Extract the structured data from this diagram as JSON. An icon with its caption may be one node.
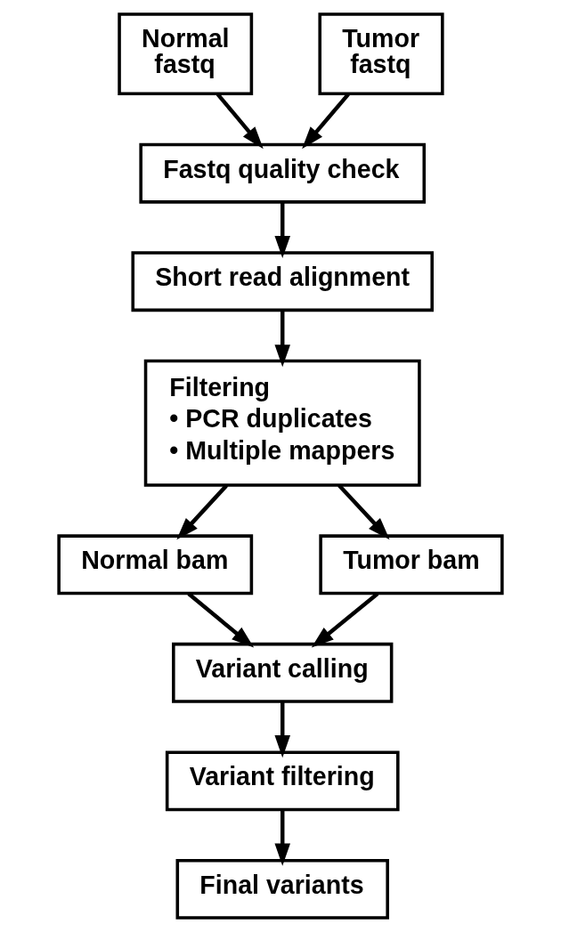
{
  "diagram": {
    "nodes": [
      {
        "text": [
          "Normal fastq"
        ]
      },
      {
        "text": [
          "Tumor fastq"
        ]
      },
      {
        "text": [
          "Fastq quality check"
        ]
      },
      {
        "text": [
          "Short read alignment"
        ]
      },
      {
        "text": [
          "Filtering",
          "• PCR duplicates",
          "• Multiple mappers"
        ]
      },
      {
        "text": [
          "Normal bam"
        ]
      },
      {
        "text": [
          "Tumor bam"
        ]
      },
      {
        "text": [
          "Variant calling"
        ]
      },
      {
        "text": [
          "Variant filtering"
        ]
      },
      {
        "text": [
          "Final variants"
        ]
      }
    ],
    "edges": [
      {
        "from": 0,
        "to": 2,
        "arrow": "to"
      },
      {
        "from": 1,
        "to": 2,
        "arrow": "to"
      },
      {
        "from": 2,
        "to": 3,
        "arrow": "to"
      },
      {
        "from": 3,
        "to": 4,
        "arrow": "to"
      },
      {
        "from": 4,
        "to": 5,
        "arrow": "to"
      },
      {
        "from": 4,
        "to": 6,
        "arrow": "to"
      },
      {
        "from": 5,
        "to": 7,
        "arrow": "to"
      },
      {
        "from": 6,
        "to": 7,
        "arrow": "to"
      },
      {
        "from": 7,
        "to": 8,
        "arrow": "to"
      },
      {
        "from": 8,
        "to": 9,
        "arrow": "to"
      }
    ]
  }
}
